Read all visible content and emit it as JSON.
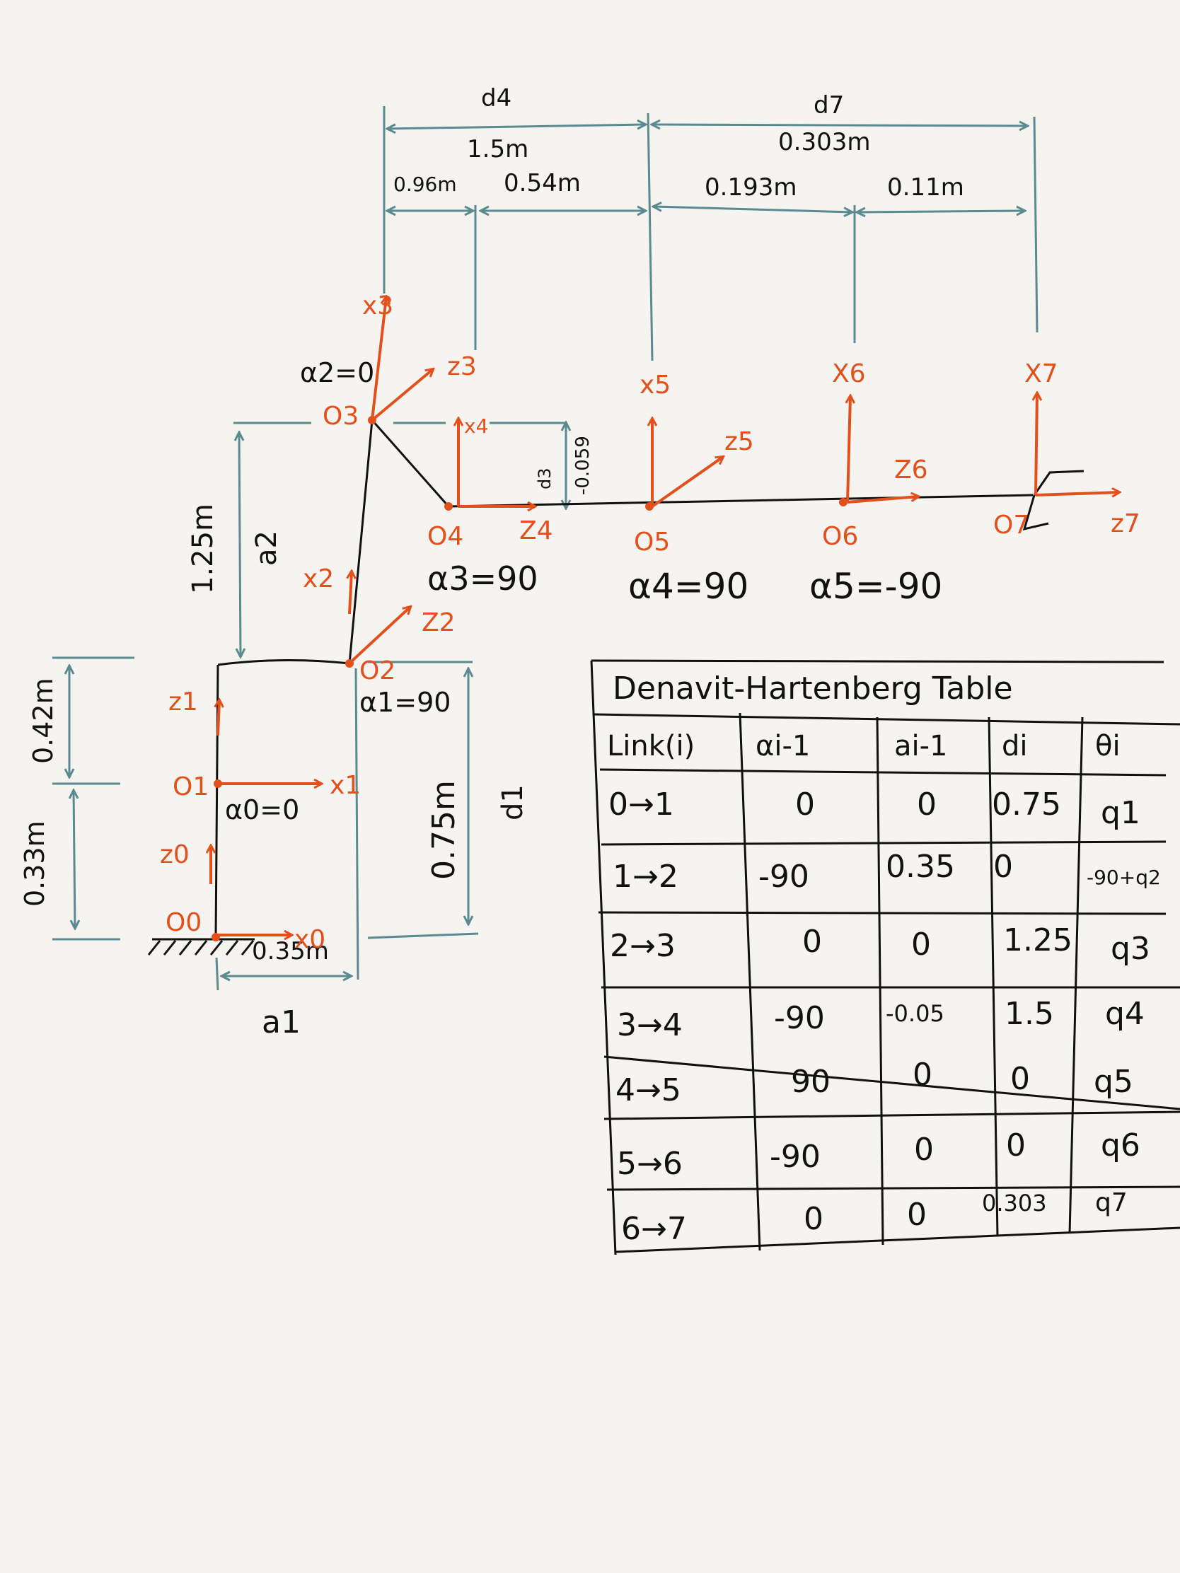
{
  "dimensions": {
    "d4": "d4",
    "d4_value": "1.5m",
    "seg_096": "0.96m",
    "seg_054": "0.54m",
    "d7": "d7",
    "d7_value": "0.303m",
    "seg_0193": "0.193m",
    "seg_011": "0.11m",
    "len_125": "1.25m",
    "a2": "a2",
    "len_042": "0.42m",
    "len_033": "0.33m",
    "len_075": "0.75m",
    "d1": "d1",
    "len_035": "0.35m",
    "a1": "a1",
    "d3": "d3",
    "len_0059": "-0.059"
  },
  "frames": {
    "o0": "O0",
    "o1": "O1",
    "o2": "O2",
    "o3": "O3",
    "o4": "O4",
    "o5": "O5",
    "o6": "O6",
    "o7": "O7",
    "x0": "x0",
    "x1": "x1",
    "x2": "x2",
    "x3": "x3",
    "x4": "x4",
    "x5": "x5",
    "x6": "X6",
    "x7": "X7",
    "z0": "z0",
    "z1": "z1",
    "z2": "Z2",
    "z3": "z3",
    "z4": "Z4",
    "z5": "z5",
    "z6": "Z6",
    "z7": "z7"
  },
  "angles": {
    "alpha0": "α0=0",
    "alpha1": "α1=90",
    "alpha2": "α2=0",
    "alpha3": "α3=90",
    "alpha4": "α4=90",
    "alpha5": "α5=-90"
  },
  "table": {
    "title": "Denavit-Hartenberg Table",
    "headers": [
      "Link(i)",
      "αi-1",
      "ai-1",
      "di",
      "θi"
    ],
    "rows": [
      [
        "0→1",
        "0",
        "0",
        "0.75",
        "q1"
      ],
      [
        "1→2",
        "-90",
        "0.35",
        "0",
        "-90+q2"
      ],
      [
        "2→3",
        "0",
        "0",
        "1.25",
        "q3"
      ],
      [
        "3→4",
        "-90",
        "-0.05",
        "1.5",
        "q4"
      ],
      [
        "4→5",
        "90",
        "0",
        "0",
        "q5"
      ],
      [
        "5→6",
        "-90",
        "0",
        "0",
        "q6"
      ],
      [
        "6→7",
        "0",
        "0",
        "0.303",
        "q7"
      ]
    ]
  },
  "colors": {
    "ink": "#111111",
    "frame_orange": "#e4501c",
    "dimension_teal": "#5b8a91",
    "paper": "#f5f4f1"
  }
}
